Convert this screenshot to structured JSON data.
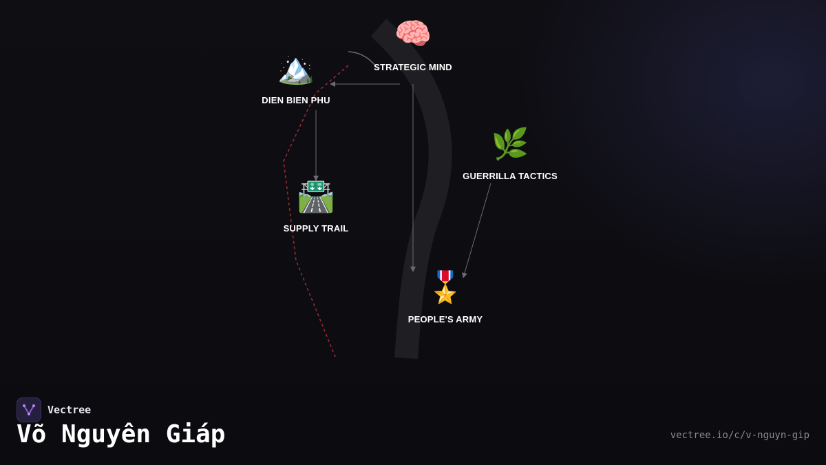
{
  "nodes": [
    {
      "id": "strategic-mind",
      "label": "STRATEGIC MIND",
      "icon": "brain-icon",
      "glyph": "🧠"
    },
    {
      "id": "dien-bien-phu",
      "label": "DIEN BIEN PHU",
      "icon": "mountain-icon",
      "glyph": "🏔️"
    },
    {
      "id": "guerrilla-tactics",
      "label": "GUERRILLA TACTICS",
      "icon": "herb-icon",
      "glyph": "🌿"
    },
    {
      "id": "supply-trail",
      "label": "SUPPLY TRAIL",
      "icon": "road-icon",
      "glyph": "🛣️"
    },
    {
      "id": "peoples-army",
      "label": "PEOPLE'S ARMY",
      "icon": "medal-icon",
      "glyph": "🎖️"
    }
  ],
  "edges": [
    {
      "from": "strategic-mind",
      "to": "dien-bien-phu"
    },
    {
      "from": "strategic-mind",
      "to": "peoples-army"
    },
    {
      "from": "dien-bien-phu",
      "to": "supply-trail"
    },
    {
      "from": "guerrilla-tactics",
      "to": "peoples-army"
    }
  ],
  "colors": {
    "background": "#0f0e13",
    "edge": "#6b6b72",
    "trail": "#b0303a",
    "band": "#1f1f23",
    "accent": "#8e5cd9"
  },
  "footer": {
    "brand_name": "Vectree",
    "brand_icon": "vectree-logo-icon",
    "title": "Võ Nguyên Giáp",
    "url": "vectree.io/c/v-nguyn-gip"
  }
}
